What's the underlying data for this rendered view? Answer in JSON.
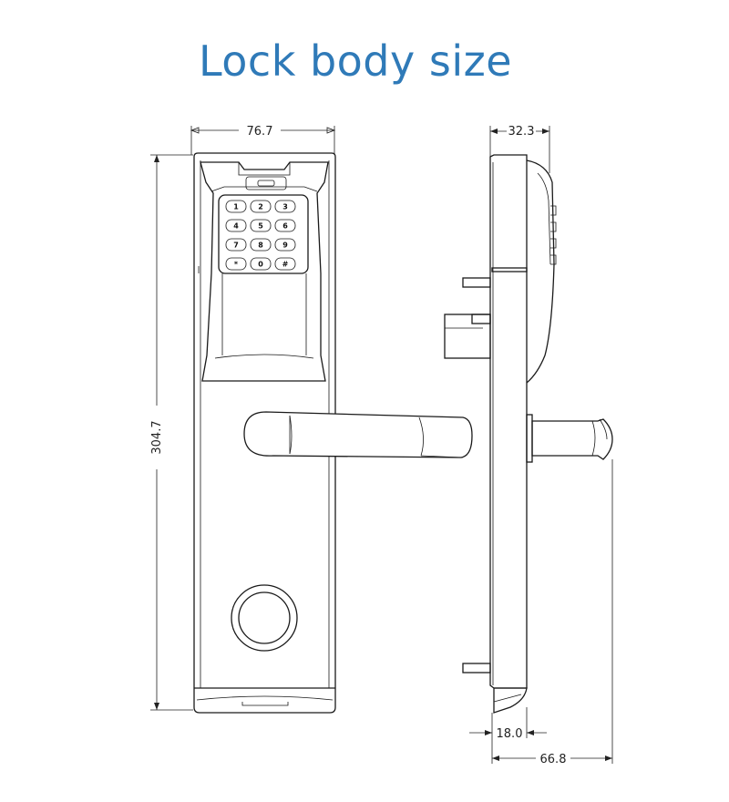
{
  "title": "Lock body size",
  "title_color": "#2f7ab8",
  "dimensions": {
    "front_width": "76.7",
    "front_height": "304.7",
    "side_depth_top": "32.3",
    "side_depth_bottom_inner": "18.0",
    "side_depth_bottom_total": "66.8"
  },
  "keypad": {
    "keys": [
      "1",
      "2",
      "3",
      "4",
      "5",
      "6",
      "7",
      "8",
      "9",
      "*",
      "0",
      "#"
    ]
  }
}
